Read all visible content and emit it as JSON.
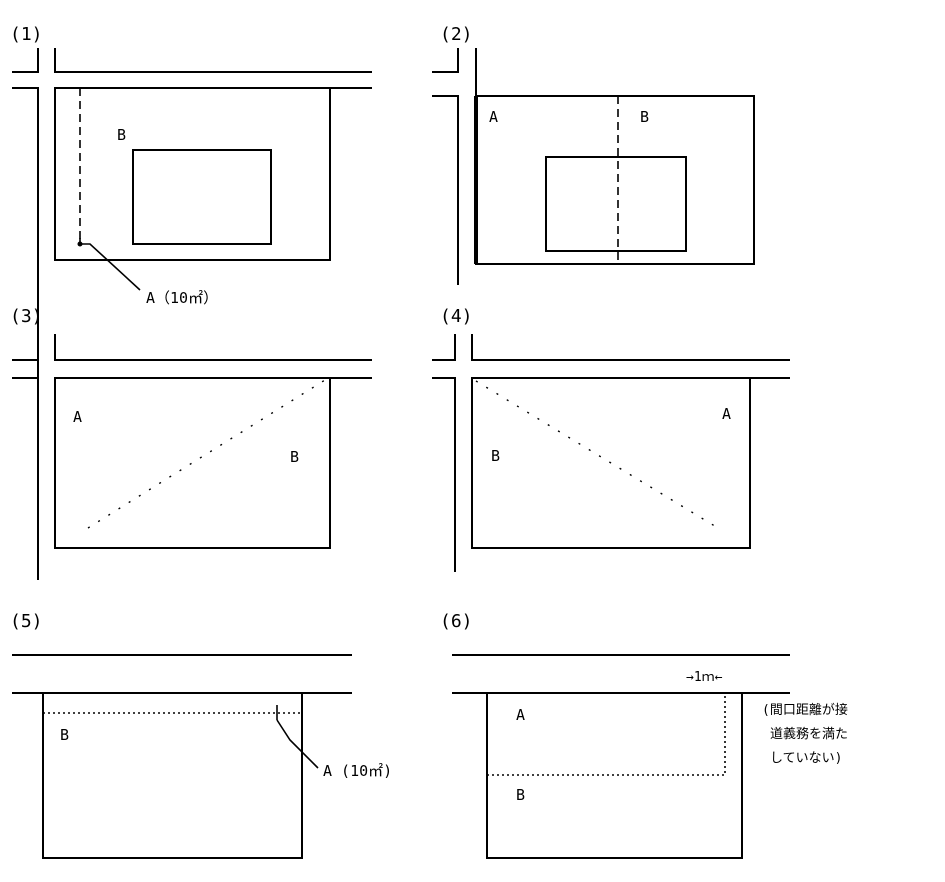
{
  "panels": [
    {
      "id": "p1",
      "number": "(1)",
      "label_a": "A（10㎡）",
      "label_b": "B"
    },
    {
      "id": "p2",
      "number": "(2)",
      "label_a": "A",
      "label_b": "B"
    },
    {
      "id": "p3",
      "number": "(3)",
      "label_a": "A",
      "label_b": "B"
    },
    {
      "id": "p4",
      "number": "(4)",
      "label_a": "A",
      "label_b": "B"
    },
    {
      "id": "p5",
      "number": "(5)",
      "label_a": "A (10㎡)",
      "label_b": "B"
    },
    {
      "id": "p6",
      "number": "(6)",
      "label_a": "A",
      "label_b": "B",
      "dimension": "→1ｍ←",
      "note_lines": [
        "(間口距離が接",
        "道義務を満た",
        "していない)"
      ]
    }
  ]
}
